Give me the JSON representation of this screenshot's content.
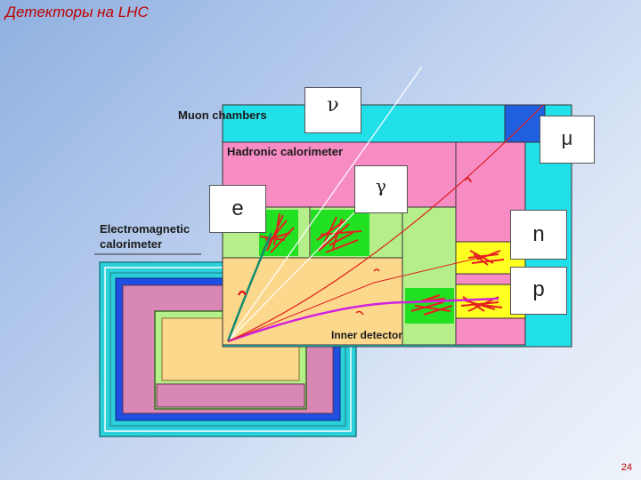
{
  "slide": {
    "title": "Детекторы на LHC",
    "page_number": "24"
  },
  "labels": {
    "muon": "Muon chambers",
    "hadronic": "Hadronic calorimeter",
    "em_line1": "Electromagnetic",
    "em_line2": "calorimeter",
    "inner": "Inner detector"
  },
  "particles": {
    "nu": "ν",
    "mu": "μ",
    "gamma": "γ",
    "e": "e",
    "n": "n",
    "p": "p"
  },
  "colors": {
    "title_red": "#c00000",
    "muon_cyan": "#22e0ea",
    "hadronic_pink": "#f78bc3",
    "em_green": "#b5ef8a",
    "inner_yellow": "#fcd88c",
    "shower_green": "#22e022",
    "shower_red": "#e62020",
    "muon_blue": "#1f5fe0",
    "track_magenta": "#d020e0",
    "track_teal": "#138a6e"
  }
}
